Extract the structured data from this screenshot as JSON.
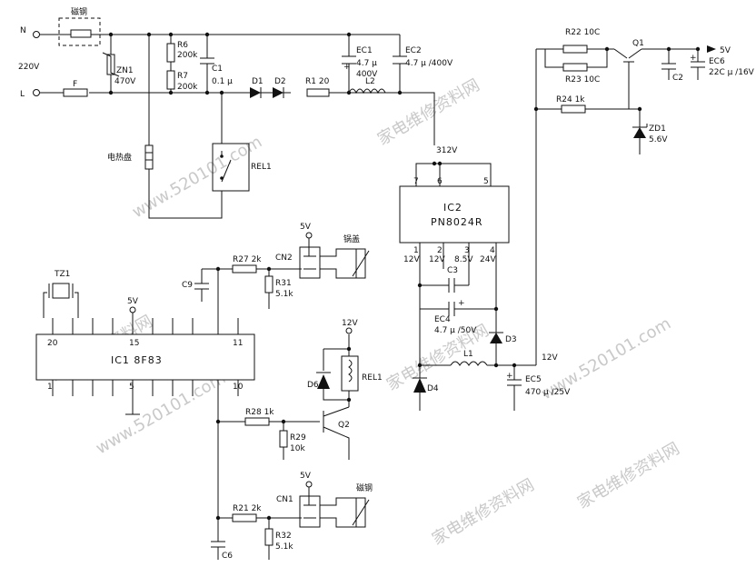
{
  "labels": {
    "n": "N",
    "l": "L",
    "v220": "220V",
    "fuse_top": "磁钢",
    "zn1": "ZN1",
    "zn1_v": "470V",
    "fuse": "F",
    "r6": "R6",
    "r6_v": "200k",
    "r7": "R7",
    "r7_v": "200k",
    "c1": "C1",
    "c1_v": "0.1 μ",
    "d1": "D1",
    "d2": "D2",
    "r1": "R1  20",
    "ec1": "EC1",
    "ec1_v": "4.7 μ",
    "ec1_v2": "400V",
    "ec2": "EC2",
    "ec2_v": "4.7 μ /400V",
    "l2": "L2",
    "v312": "312V",
    "heater": "电热盘",
    "rel1": "REL1",
    "ic2": "IC2",
    "ic2_part": "PN8024R",
    "pin7": "7",
    "pin6": "6",
    "pin5": "5",
    "pin1": "1",
    "pin2": "2",
    "pin3": "3",
    "pin4": "4",
    "p1v": "12V",
    "p2v": "12V",
    "p3v": "8.5V",
    "p4v": "24V",
    "c3": "C3",
    "ec4": "EC4",
    "ec4_v": "4.7 μ /50V",
    "d3": "D3",
    "l1": "L1",
    "d4": "D4",
    "v12_out": "12V",
    "ec5": "EC5",
    "ec5_v": "470 μ /25V",
    "r22": "R22  10C",
    "r23": "R23  10C",
    "q1": "Q1",
    "v5_out": "5V",
    "c2": "C2",
    "ec6": "EC6",
    "ec6_v": "22C μ /16V",
    "r24": "R24  1k",
    "zd1": "ZD1",
    "zd1_v": "5.6V",
    "tz1": "TZ1",
    "v5_ic": "5V",
    "ic1": "IC1  8F83",
    "ic1_p20": "20",
    "ic1_p15": "15",
    "ic1_p11": "11",
    "ic1_p1": "1",
    "ic1_p5": "5",
    "ic1_p10": "10",
    "c9": "C9",
    "r27": "R27  2k",
    "r31": "R31",
    "r31_v": "5.1k",
    "cn2": "CN2",
    "cn2_5v": "5V",
    "lid": "锅盖",
    "v12_q2": "12V",
    "d6": "D6",
    "rel1b": "REL1",
    "r28": "R28  1k",
    "r29": "R29",
    "r29_v": "10k",
    "q2": "Q2",
    "cn1": "CN1",
    "cn1_5v": "5V",
    "magnet2": "磁钢",
    "r21": "R21  2k",
    "r32": "R32",
    "r32_v": "5.1k",
    "c6": "C6"
  },
  "watermarks": [
    "家电维修资料网",
    "www.520101.com"
  ]
}
